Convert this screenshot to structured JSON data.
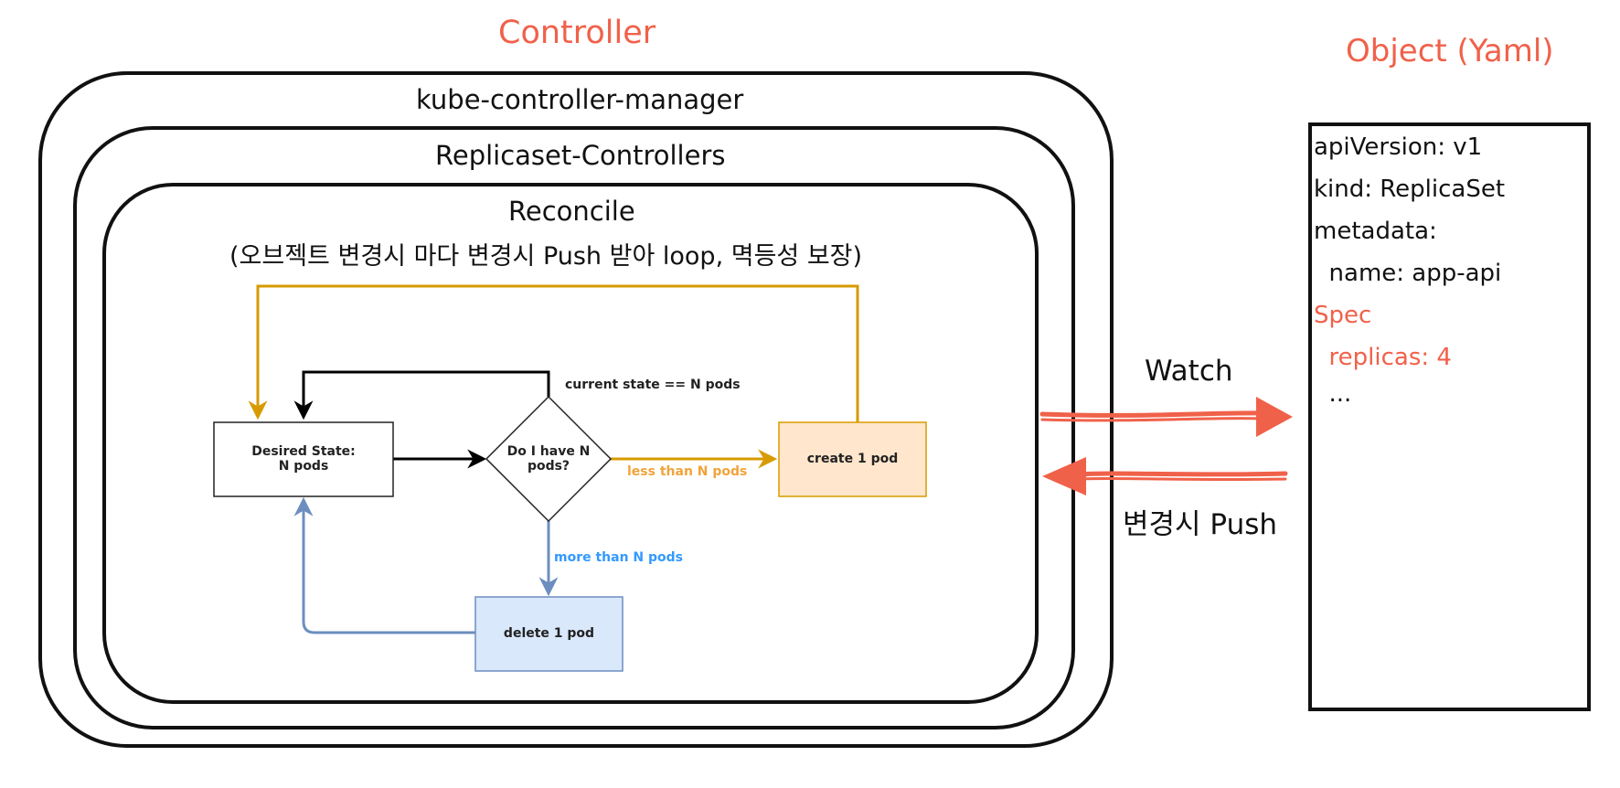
{
  "controller_title": "Controller",
  "object_title": "Object (Yaml)",
  "frames": {
    "manager": "kube-controller-manager",
    "replicaset": "Replicaset-Controllers",
    "reconcile": "Reconcile",
    "reconcile_note": "(오브젝트 변경시 마다 변경시 Push 받아 loop, 멱등성 보장)"
  },
  "flow": {
    "desired_line1": "Desired State:",
    "desired_line2": "N pods",
    "decision_line1": "Do I have N",
    "decision_line2": "pods?",
    "create": "create 1 pod",
    "delete": "delete 1 pod",
    "edge_equal": "current state == N pods",
    "edge_less": "less than N pods",
    "edge_more": "more than N pods"
  },
  "arrows": {
    "watch": "Watch",
    "push": "변경시 Push"
  },
  "yaml": [
    {
      "text": "apiVersion: v1",
      "highlight": false
    },
    {
      "text": "kind: ReplicaSet",
      "highlight": false
    },
    {
      "text": "metadata:",
      "highlight": false
    },
    {
      "text": "  name: app-api",
      "highlight": false
    },
    {
      "text": "Spec",
      "highlight": true
    },
    {
      "text": "  replicas: 4",
      "highlight": true
    },
    {
      "text": "  ...",
      "highlight": false
    }
  ],
  "colors": {
    "accent_red": "#f0614a",
    "gold": "#d79b00",
    "blue_edge": "#6c8ebf",
    "blue_label": "#3399ff",
    "orange_label": "#f2a33a",
    "create_fill": "#ffe6cc",
    "delete_fill": "#dae8fc"
  }
}
